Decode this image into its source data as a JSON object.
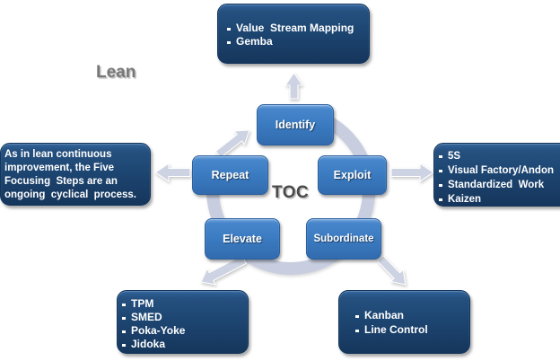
{
  "labels": {
    "lean": "Lean",
    "toc": "TOC"
  },
  "cycle": {
    "nodes": [
      {
        "id": "identify",
        "label": "Identify"
      },
      {
        "id": "exploit",
        "label": "Exploit"
      },
      {
        "id": "subordinate",
        "label": "Subordinate"
      },
      {
        "id": "elevate",
        "label": "Elevate"
      },
      {
        "id": "repeat",
        "label": "Repeat"
      }
    ]
  },
  "callouts": {
    "top": {
      "items": [
        "Value  Stream Mapping",
        "Gemba"
      ]
    },
    "right": {
      "items": [
        "5S",
        "Visual Factory/Andon",
        "Standardized  Work",
        "Kaizen"
      ]
    },
    "bottom_right": {
      "items": [
        "Kanban",
        "Line Control"
      ]
    },
    "bottom_left": {
      "items": [
        "TPM",
        "SMED",
        "Poka-Yoke",
        "Jidoka"
      ]
    },
    "left_note": {
      "text": "As in lean continuous\nimprovement, the Five\nFocusing  Steps are an\nongoing  cyclical  process."
    }
  },
  "icons": {
    "bullet": "square-bullet"
  },
  "colors": {
    "node_blue": "#3C7CC2",
    "callout_navy": "#1D4672",
    "ring_gray": "#C8CEE0",
    "arrow_gray": "#CDD3E2",
    "label_gray": "#787878"
  }
}
